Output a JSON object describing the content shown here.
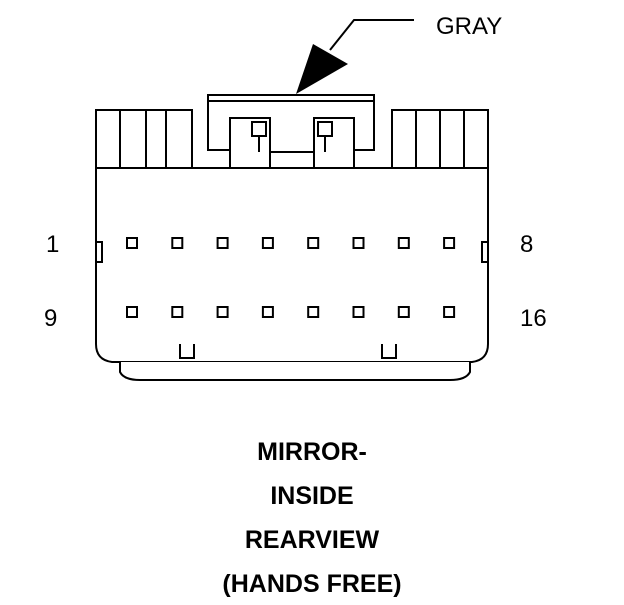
{
  "callout": {
    "label": "GRAY"
  },
  "pins": {
    "row1_start": "1",
    "row1_end": "8",
    "row2_start": "9",
    "row2_end": "16",
    "count_per_row": 8
  },
  "title": {
    "lines": [
      "MIRROR-",
      "INSIDE",
      "REARVIEW",
      "(HANDS FREE)"
    ]
  },
  "colors": {
    "line": "#000000",
    "background": "#ffffff"
  }
}
